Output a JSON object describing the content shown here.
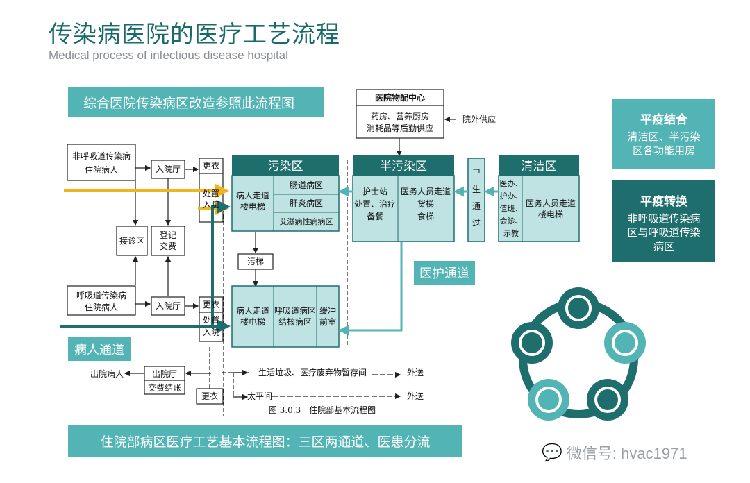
{
  "header": {
    "title": "传染病医院的医疗工艺流程",
    "subtitle": "Medical process of infectious disease hospital"
  },
  "banners": {
    "top": "综合医院传染病区改造参照此流程图",
    "bottom": "住院部病区医疗工艺基本流程图：三区两通道、医患分流"
  },
  "tags": {
    "staff_channel": "医护通道",
    "patient_channel": "病人通道"
  },
  "side_cards": [
    {
      "heading": "平疫结合",
      "body": "清洁区、半污染区各功能用房",
      "color": "#52b4b4"
    },
    {
      "heading": "平疫转换",
      "body": "非呼吸道传染病区与呼吸道传染病区",
      "color": "#1e6e6e"
    }
  ],
  "diagram": {
    "supply_center": "医院物配中心",
    "supply_items_1": "药房、营养厨房",
    "supply_items_2": "消耗品等后勤供应",
    "outside_supply": "院外供应",
    "patient_nonresp_1": "非呼吸道传染病",
    "patient_nonresp_2": "住院病人",
    "patient_resp_1": "呼吸道传染病",
    "patient_resp_2": "住院病人",
    "admission_hall": "入院厅",
    "change_clothes": "更衣",
    "treat_admit": "处置入院",
    "reception": "接诊区",
    "register_1": "登记",
    "register_2": "交费",
    "zone_dirty": "污染区",
    "zone_semi": "半污染区",
    "zone_clean": "清洁区",
    "patient_elevator_1": "病人走道",
    "patient_elevator_2": "楼电梯",
    "ward_intestinal": "肠道病区",
    "ward_hepatitis": "肝炎病区",
    "ward_aids": "艾滋病性病病区",
    "dirty_stairs": "污梯",
    "ward_resp_1": "呼吸道病区",
    "ward_resp_2": "结核病区",
    "buffer_1": "缓冲",
    "buffer_2": "前室",
    "nurse_station_1": "护士站",
    "nurse_station_2": "处置、治疗",
    "nurse_station_3": "备餐",
    "staff_corridor_1": "医务人员走道",
    "staff_corridor_2": "货梯",
    "staff_corridor_3": "食梯",
    "sanitary_passage": [
      "卫",
      "生",
      "通",
      "过"
    ],
    "clean_rooms": [
      "医办、",
      "护办、",
      "值班、",
      "会诊、",
      "示教"
    ],
    "clean_corridor_1": "医务人员走道",
    "clean_corridor_2": "楼电梯",
    "discharge_hall": "出院厅",
    "discharge_pay": "交费结账",
    "discharged": "出院病人",
    "waste_storage": "生活垃圾、医疗废弃物暂存间",
    "morgue": "太平间",
    "send_out_1": "外送",
    "send_out_2": "外送",
    "caption": "图 3.0.3　住院部基本流程图"
  },
  "colors": {
    "teal_dark": "#1e6e6e",
    "teal_light": "#52b4b4",
    "teal_fill": "#bfe3e3",
    "arrow_yellow": "#f0b41e"
  },
  "watermark": "微信号: hvac1971"
}
